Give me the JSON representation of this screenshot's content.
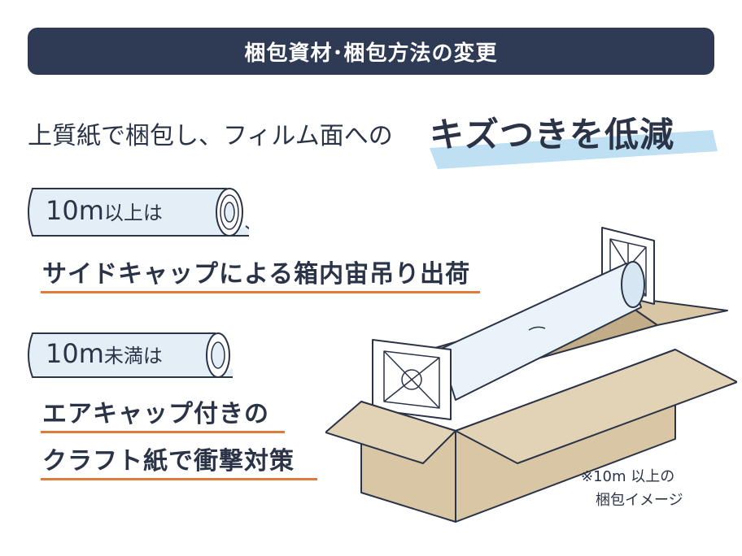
{
  "banner": {
    "title": "梱包資材･梱包方法の変更"
  },
  "headline": {
    "lead": "上質紙で梱包し、フィルム面への",
    "emphasis": "キズつきを低減"
  },
  "rolls": [
    {
      "length": "10m",
      "condition": "以上は",
      "method_lines": [
        "サイドキャップによる箱内宙吊り出荷"
      ]
    },
    {
      "length": "10m",
      "condition": "未満は",
      "method_lines": [
        "エアキャップ付きの",
        "クラフト紙で衝撃対策"
      ]
    }
  ],
  "note": {
    "line1": "※10m 以上の",
    "line2": "梱包イメージ"
  },
  "colors": {
    "navy": "#2f3b55",
    "accent_underline": "#e07b39",
    "highlight_stripe": "#bfe0f2",
    "roll_fill": "#e4eef7",
    "cardboard": "#d9c6a5",
    "cardboard_dark": "#c2ad88"
  },
  "icons": [
    "film-roll-icon",
    "cardboard-box-illustration"
  ]
}
